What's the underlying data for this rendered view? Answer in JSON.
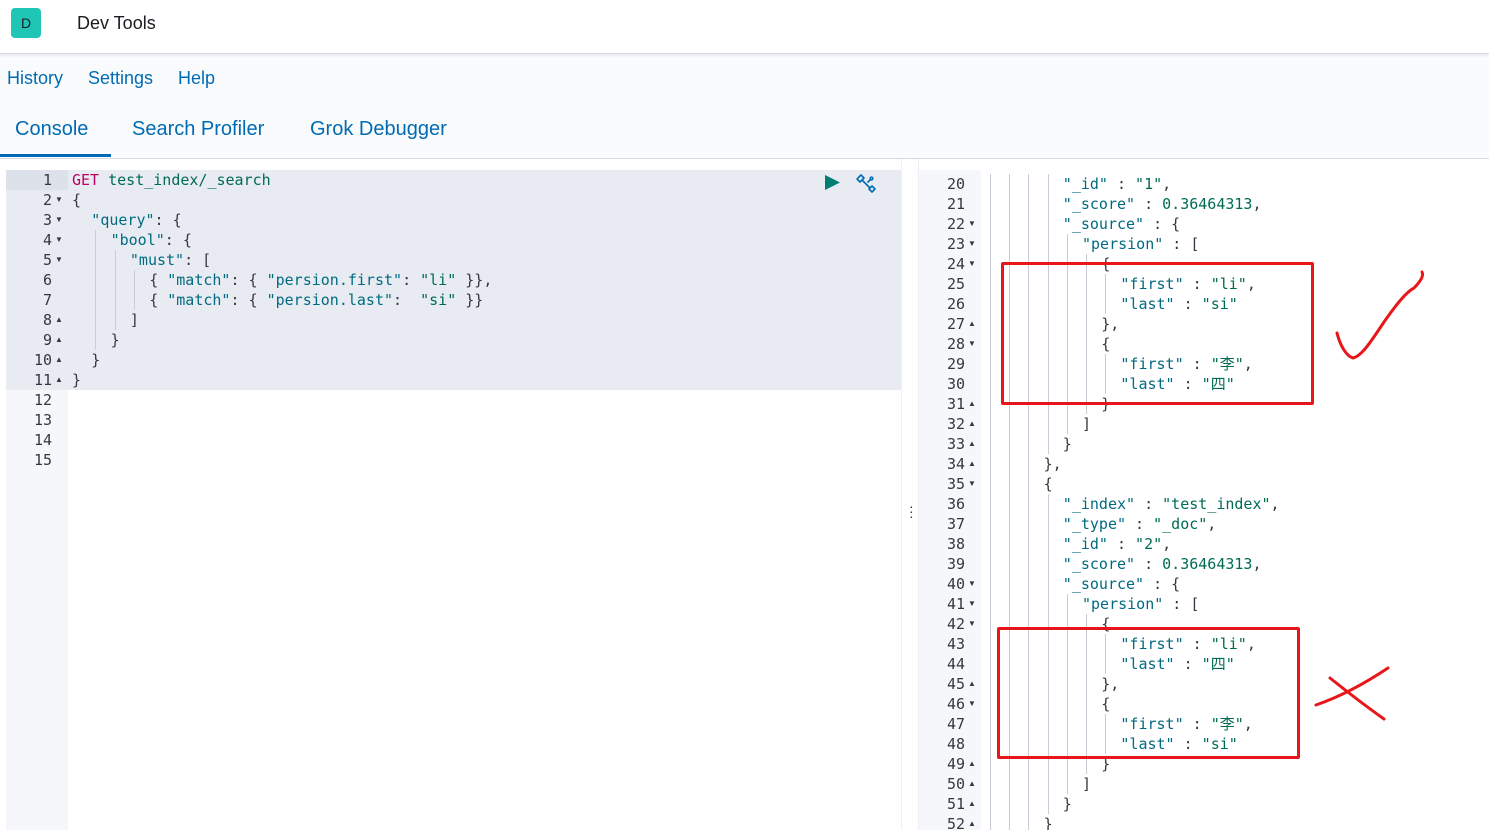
{
  "header": {
    "avatar_letter": "D",
    "title": "Dev Tools"
  },
  "top_links": [
    "History",
    "Settings",
    "Help"
  ],
  "tabs": [
    "Console",
    "Search Profiler",
    "Grok Debugger"
  ],
  "request": {
    "lines": [
      {
        "n": "1",
        "fold": "",
        "indent": 0,
        "tokens": [
          [
            "kw-method",
            "GET"
          ],
          [
            "p",
            " "
          ],
          [
            "kw-path",
            "test_index/_search"
          ]
        ]
      },
      {
        "n": "2",
        "fold": "down",
        "indent": 0,
        "tokens": [
          [
            "p",
            "{"
          ]
        ]
      },
      {
        "n": "3",
        "fold": "down",
        "indent": 1,
        "tokens": [
          [
            "k",
            "\"query\""
          ],
          [
            "p",
            ": {"
          ]
        ]
      },
      {
        "n": "4",
        "fold": "down",
        "indent": 2,
        "tokens": [
          [
            "k",
            "\"bool\""
          ],
          [
            "p",
            ": {"
          ]
        ]
      },
      {
        "n": "5",
        "fold": "down",
        "indent": 3,
        "tokens": [
          [
            "k",
            "\"must\""
          ],
          [
            "p",
            ": ["
          ]
        ]
      },
      {
        "n": "6",
        "fold": "",
        "indent": 4,
        "tokens": [
          [
            "p",
            "{ "
          ],
          [
            "k",
            "\"match\""
          ],
          [
            "p",
            ": { "
          ],
          [
            "k",
            "\"persion.first\""
          ],
          [
            "p",
            ": "
          ],
          [
            "s",
            "\"li\""
          ],
          [
            "p",
            " }},"
          ]
        ]
      },
      {
        "n": "7",
        "fold": "",
        "indent": 4,
        "tokens": [
          [
            "p",
            "{ "
          ],
          [
            "k",
            "\"match\""
          ],
          [
            "p",
            ": { "
          ],
          [
            "k",
            "\"persion.last\""
          ],
          [
            "p",
            ":  "
          ],
          [
            "s",
            "\"si\""
          ],
          [
            "p",
            " }}"
          ]
        ]
      },
      {
        "n": "8",
        "fold": "up",
        "indent": 3,
        "tokens": [
          [
            "p",
            "]"
          ]
        ]
      },
      {
        "n": "9",
        "fold": "up",
        "indent": 2,
        "tokens": [
          [
            "p",
            "}"
          ]
        ]
      },
      {
        "n": "10",
        "fold": "up",
        "indent": 1,
        "tokens": [
          [
            "p",
            "}"
          ]
        ]
      },
      {
        "n": "11",
        "fold": "up",
        "indent": 0,
        "tokens": [
          [
            "p",
            "}"
          ]
        ]
      },
      {
        "n": "12",
        "fold": "",
        "indent": 0,
        "tokens": []
      },
      {
        "n": "13",
        "fold": "",
        "indent": 0,
        "tokens": []
      },
      {
        "n": "14",
        "fold": "",
        "indent": 0,
        "tokens": []
      },
      {
        "n": "15",
        "fold": "",
        "indent": 0,
        "tokens": []
      }
    ]
  },
  "response": {
    "lines": [
      {
        "n": "20",
        "fold": "",
        "indent": 4,
        "tokens": [
          [
            "k",
            "\"_id\""
          ],
          [
            "p",
            " : "
          ],
          [
            "s",
            "\"1\""
          ],
          [
            "p",
            ","
          ]
        ]
      },
      {
        "n": "21",
        "fold": "",
        "indent": 4,
        "tokens": [
          [
            "k",
            "\"_score\""
          ],
          [
            "p",
            " : "
          ],
          [
            "n",
            "0.36464313"
          ],
          [
            "p",
            ","
          ]
        ]
      },
      {
        "n": "22",
        "fold": "down",
        "indent": 4,
        "tokens": [
          [
            "k",
            "\"_source\""
          ],
          [
            "p",
            " : {"
          ]
        ]
      },
      {
        "n": "23",
        "fold": "down",
        "indent": 5,
        "tokens": [
          [
            "k",
            "\"persion\""
          ],
          [
            "p",
            " : ["
          ]
        ]
      },
      {
        "n": "24",
        "fold": "down",
        "indent": 6,
        "tokens": [
          [
            "p",
            "{"
          ]
        ]
      },
      {
        "n": "25",
        "fold": "",
        "indent": 7,
        "tokens": [
          [
            "k",
            "\"first\""
          ],
          [
            "p",
            " : "
          ],
          [
            "s",
            "\"li\""
          ],
          [
            "p",
            ","
          ]
        ]
      },
      {
        "n": "26",
        "fold": "",
        "indent": 7,
        "tokens": [
          [
            "k",
            "\"last\""
          ],
          [
            "p",
            " : "
          ],
          [
            "s",
            "\"si\""
          ]
        ]
      },
      {
        "n": "27",
        "fold": "up",
        "indent": 6,
        "tokens": [
          [
            "p",
            "},"
          ]
        ]
      },
      {
        "n": "28",
        "fold": "down",
        "indent": 6,
        "tokens": [
          [
            "p",
            "{"
          ]
        ]
      },
      {
        "n": "29",
        "fold": "",
        "indent": 7,
        "tokens": [
          [
            "k",
            "\"first\""
          ],
          [
            "p",
            " : "
          ],
          [
            "s",
            "\"李\""
          ],
          [
            "p",
            ","
          ]
        ]
      },
      {
        "n": "30",
        "fold": "",
        "indent": 7,
        "tokens": [
          [
            "k",
            "\"last\""
          ],
          [
            "p",
            " : "
          ],
          [
            "s",
            "\"四\""
          ]
        ]
      },
      {
        "n": "31",
        "fold": "up",
        "indent": 6,
        "tokens": [
          [
            "p",
            "}"
          ]
        ]
      },
      {
        "n": "32",
        "fold": "up",
        "indent": 5,
        "tokens": [
          [
            "p",
            "]"
          ]
        ]
      },
      {
        "n": "33",
        "fold": "up",
        "indent": 4,
        "tokens": [
          [
            "p",
            "}"
          ]
        ]
      },
      {
        "n": "34",
        "fold": "up",
        "indent": 3,
        "tokens": [
          [
            "p",
            "},"
          ]
        ]
      },
      {
        "n": "35",
        "fold": "down",
        "indent": 3,
        "tokens": [
          [
            "p",
            "{"
          ]
        ]
      },
      {
        "n": "36",
        "fold": "",
        "indent": 4,
        "tokens": [
          [
            "k",
            "\"_index\""
          ],
          [
            "p",
            " : "
          ],
          [
            "s",
            "\"test_index\""
          ],
          [
            "p",
            ","
          ]
        ]
      },
      {
        "n": "37",
        "fold": "",
        "indent": 4,
        "tokens": [
          [
            "k",
            "\"_type\""
          ],
          [
            "p",
            " : "
          ],
          [
            "s",
            "\"_doc\""
          ],
          [
            "p",
            ","
          ]
        ]
      },
      {
        "n": "38",
        "fold": "",
        "indent": 4,
        "tokens": [
          [
            "k",
            "\"_id\""
          ],
          [
            "p",
            " : "
          ],
          [
            "s",
            "\"2\""
          ],
          [
            "p",
            ","
          ]
        ]
      },
      {
        "n": "39",
        "fold": "",
        "indent": 4,
        "tokens": [
          [
            "k",
            "\"_score\""
          ],
          [
            "p",
            " : "
          ],
          [
            "n",
            "0.36464313"
          ],
          [
            "p",
            ","
          ]
        ]
      },
      {
        "n": "40",
        "fold": "down",
        "indent": 4,
        "tokens": [
          [
            "k",
            "\"_source\""
          ],
          [
            "p",
            " : {"
          ]
        ]
      },
      {
        "n": "41",
        "fold": "down",
        "indent": 5,
        "tokens": [
          [
            "k",
            "\"persion\""
          ],
          [
            "p",
            " : ["
          ]
        ]
      },
      {
        "n": "42",
        "fold": "down",
        "indent": 6,
        "tokens": [
          [
            "p",
            "{"
          ]
        ]
      },
      {
        "n": "43",
        "fold": "",
        "indent": 7,
        "tokens": [
          [
            "k",
            "\"first\""
          ],
          [
            "p",
            " : "
          ],
          [
            "s",
            "\"li\""
          ],
          [
            "p",
            ","
          ]
        ]
      },
      {
        "n": "44",
        "fold": "",
        "indent": 7,
        "tokens": [
          [
            "k",
            "\"last\""
          ],
          [
            "p",
            " : "
          ],
          [
            "s",
            "\"四\""
          ]
        ]
      },
      {
        "n": "45",
        "fold": "up",
        "indent": 6,
        "tokens": [
          [
            "p",
            "},"
          ]
        ]
      },
      {
        "n": "46",
        "fold": "down",
        "indent": 6,
        "tokens": [
          [
            "p",
            "{"
          ]
        ]
      },
      {
        "n": "47",
        "fold": "",
        "indent": 7,
        "tokens": [
          [
            "k",
            "\"first\""
          ],
          [
            "p",
            " : "
          ],
          [
            "s",
            "\"李\""
          ],
          [
            "p",
            ","
          ]
        ]
      },
      {
        "n": "48",
        "fold": "",
        "indent": 7,
        "tokens": [
          [
            "k",
            "\"last\""
          ],
          [
            "p",
            " : "
          ],
          [
            "s",
            "\"si\""
          ]
        ]
      },
      {
        "n": "49",
        "fold": "up",
        "indent": 6,
        "tokens": [
          [
            "p",
            "}"
          ]
        ]
      },
      {
        "n": "50",
        "fold": "up",
        "indent": 5,
        "tokens": [
          [
            "p",
            "]"
          ]
        ]
      },
      {
        "n": "51",
        "fold": "up",
        "indent": 4,
        "tokens": [
          [
            "p",
            "}"
          ]
        ]
      },
      {
        "n": "52",
        "fold": "up",
        "indent": 3,
        "tokens": [
          [
            "p",
            "}"
          ]
        ]
      }
    ]
  },
  "icons": {
    "run": "play-icon",
    "settings": "wrench-icon",
    "resize": "vertical-dots-icon"
  },
  "colors": {
    "accent": "#006bb4",
    "avatar": "#1fc5b5",
    "annotation": "#e8161a",
    "method": "#bd0064"
  }
}
